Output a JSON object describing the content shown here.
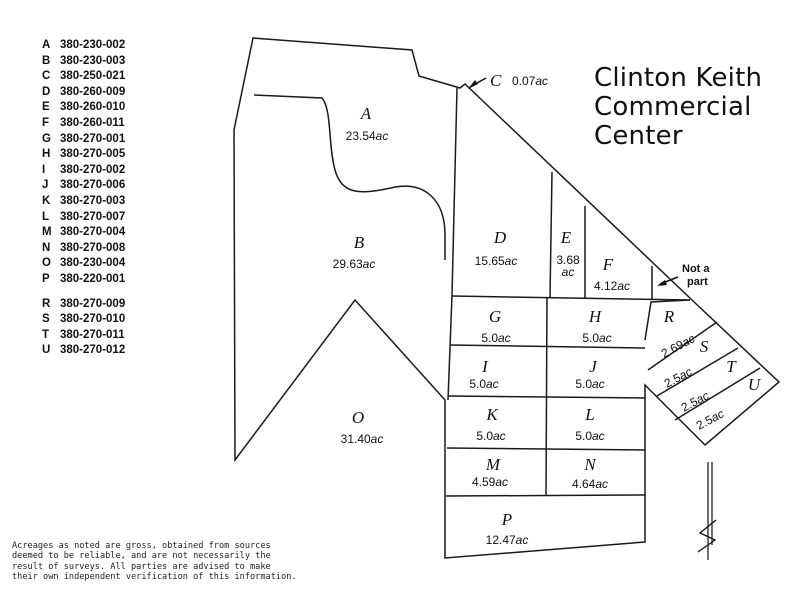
{
  "title": {
    "line1": "Clinton Keith",
    "line2": "Commercial",
    "line3": "Center"
  },
  "legend": {
    "group1": [
      {
        "key": "A",
        "apn": "380-230-002"
      },
      {
        "key": "B",
        "apn": "380-230-003"
      },
      {
        "key": "C",
        "apn": "380-250-021"
      },
      {
        "key": "D",
        "apn": "380-260-009"
      },
      {
        "key": "E",
        "apn": "380-260-010"
      },
      {
        "key": "F",
        "apn": "380-260-011"
      },
      {
        "key": "G",
        "apn": "380-270-001"
      },
      {
        "key": "H",
        "apn": "380-270-005"
      },
      {
        "key": "I",
        "apn": "380-270-002"
      },
      {
        "key": "J",
        "apn": "380-270-006"
      },
      {
        "key": "K",
        "apn": "380-270-003"
      },
      {
        "key": "L",
        "apn": "380-270-007"
      },
      {
        "key": "M",
        "apn": "380-270-004"
      },
      {
        "key": "N",
        "apn": "380-270-008"
      },
      {
        "key": "O",
        "apn": "380-230-004"
      },
      {
        "key": "P",
        "apn": "380-220-001"
      }
    ],
    "group2": [
      {
        "key": "R",
        "apn": "380-270-009"
      },
      {
        "key": "S",
        "apn": "380-270-010"
      },
      {
        "key": "T",
        "apn": "380-270-011"
      },
      {
        "key": "U",
        "apn": "380-270-012"
      }
    ]
  },
  "lots": {
    "A": {
      "letter": "A",
      "area": "23.54",
      "unit": "ac"
    },
    "B": {
      "letter": "B",
      "area": "29.63",
      "unit": "ac"
    },
    "C": {
      "letter": "C",
      "area": "0.07",
      "unit": "ac"
    },
    "D": {
      "letter": "D",
      "area": "15.65",
      "unit": "ac"
    },
    "E": {
      "letter": "E",
      "area": "3.68",
      "unit": "ac"
    },
    "F": {
      "letter": "F",
      "area": "4.12",
      "unit": "ac"
    },
    "G": {
      "letter": "G",
      "area": "5.0",
      "unit": "ac"
    },
    "H": {
      "letter": "H",
      "area": "5.0",
      "unit": "ac"
    },
    "I": {
      "letter": "I",
      "area": "5.0",
      "unit": "ac"
    },
    "J": {
      "letter": "J",
      "area": "5.0",
      "unit": "ac"
    },
    "K": {
      "letter": "K",
      "area": "5.0",
      "unit": "ac"
    },
    "L": {
      "letter": "L",
      "area": "5.0",
      "unit": "ac"
    },
    "M": {
      "letter": "M",
      "area": "4.59",
      "unit": "ac"
    },
    "N": {
      "letter": "N",
      "area": "4.64",
      "unit": "ac"
    },
    "O": {
      "letter": "O",
      "area": "31.40",
      "unit": "ac"
    },
    "P": {
      "letter": "P",
      "area": "12.47",
      "unit": "ac"
    },
    "R": {
      "letter": "R",
      "area": "2.69",
      "unit": "ac"
    },
    "S": {
      "letter": "S",
      "area": "2.5",
      "unit": "ac"
    },
    "T": {
      "letter": "T",
      "area": "2.5",
      "unit": "ac"
    },
    "U": {
      "letter": "U",
      "area": "2.5",
      "unit": "ac"
    }
  },
  "not_a_part": {
    "line1": "Not a",
    "line2": "part"
  },
  "disclaimer": [
    "Acreages as noted are gross, obtained from sources",
    "deemed to be reliable, and are not necessarily the",
    "result of surveys.  All parties are advised to make",
    "their own independent verification of this information."
  ],
  "north_arrow_icon": "north-arrow-icon",
  "pointer_icon": "arrow-pointer-icon"
}
